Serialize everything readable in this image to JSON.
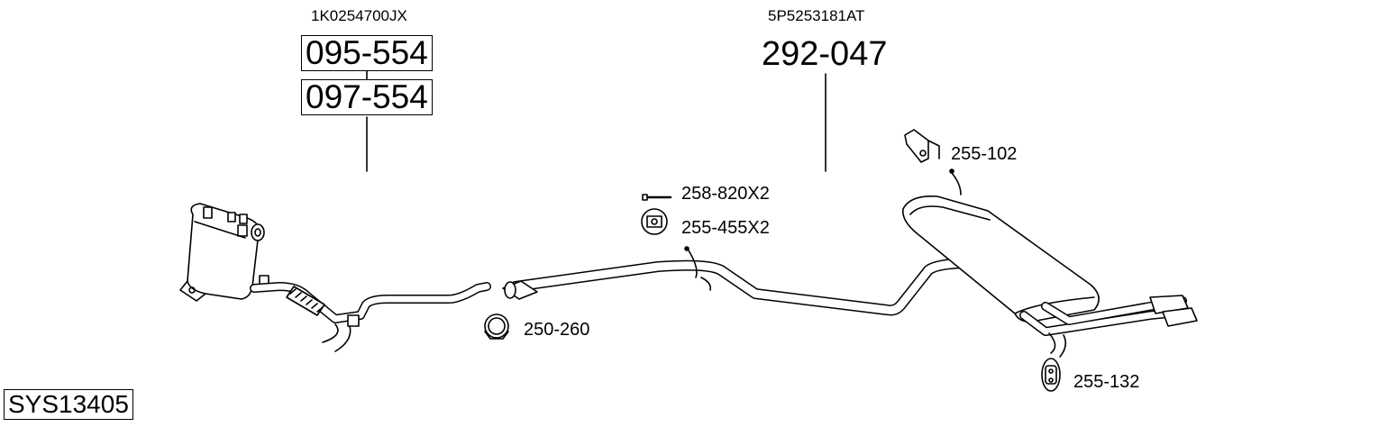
{
  "oe_numbers": {
    "front": "1K0254700JX",
    "rear": "5P5253181AT"
  },
  "part_numbers": {
    "dpf_primary": "095-554",
    "dpf_alternate": "097-554",
    "rear_section": "292-047"
  },
  "accessories": {
    "bracket": "255-102",
    "bolt": "258-820X2",
    "rubber_mount_round": "255-455X2",
    "clamp": "250-260",
    "rubber_mount_oval": "255-132"
  },
  "system_id": "SYS13405"
}
